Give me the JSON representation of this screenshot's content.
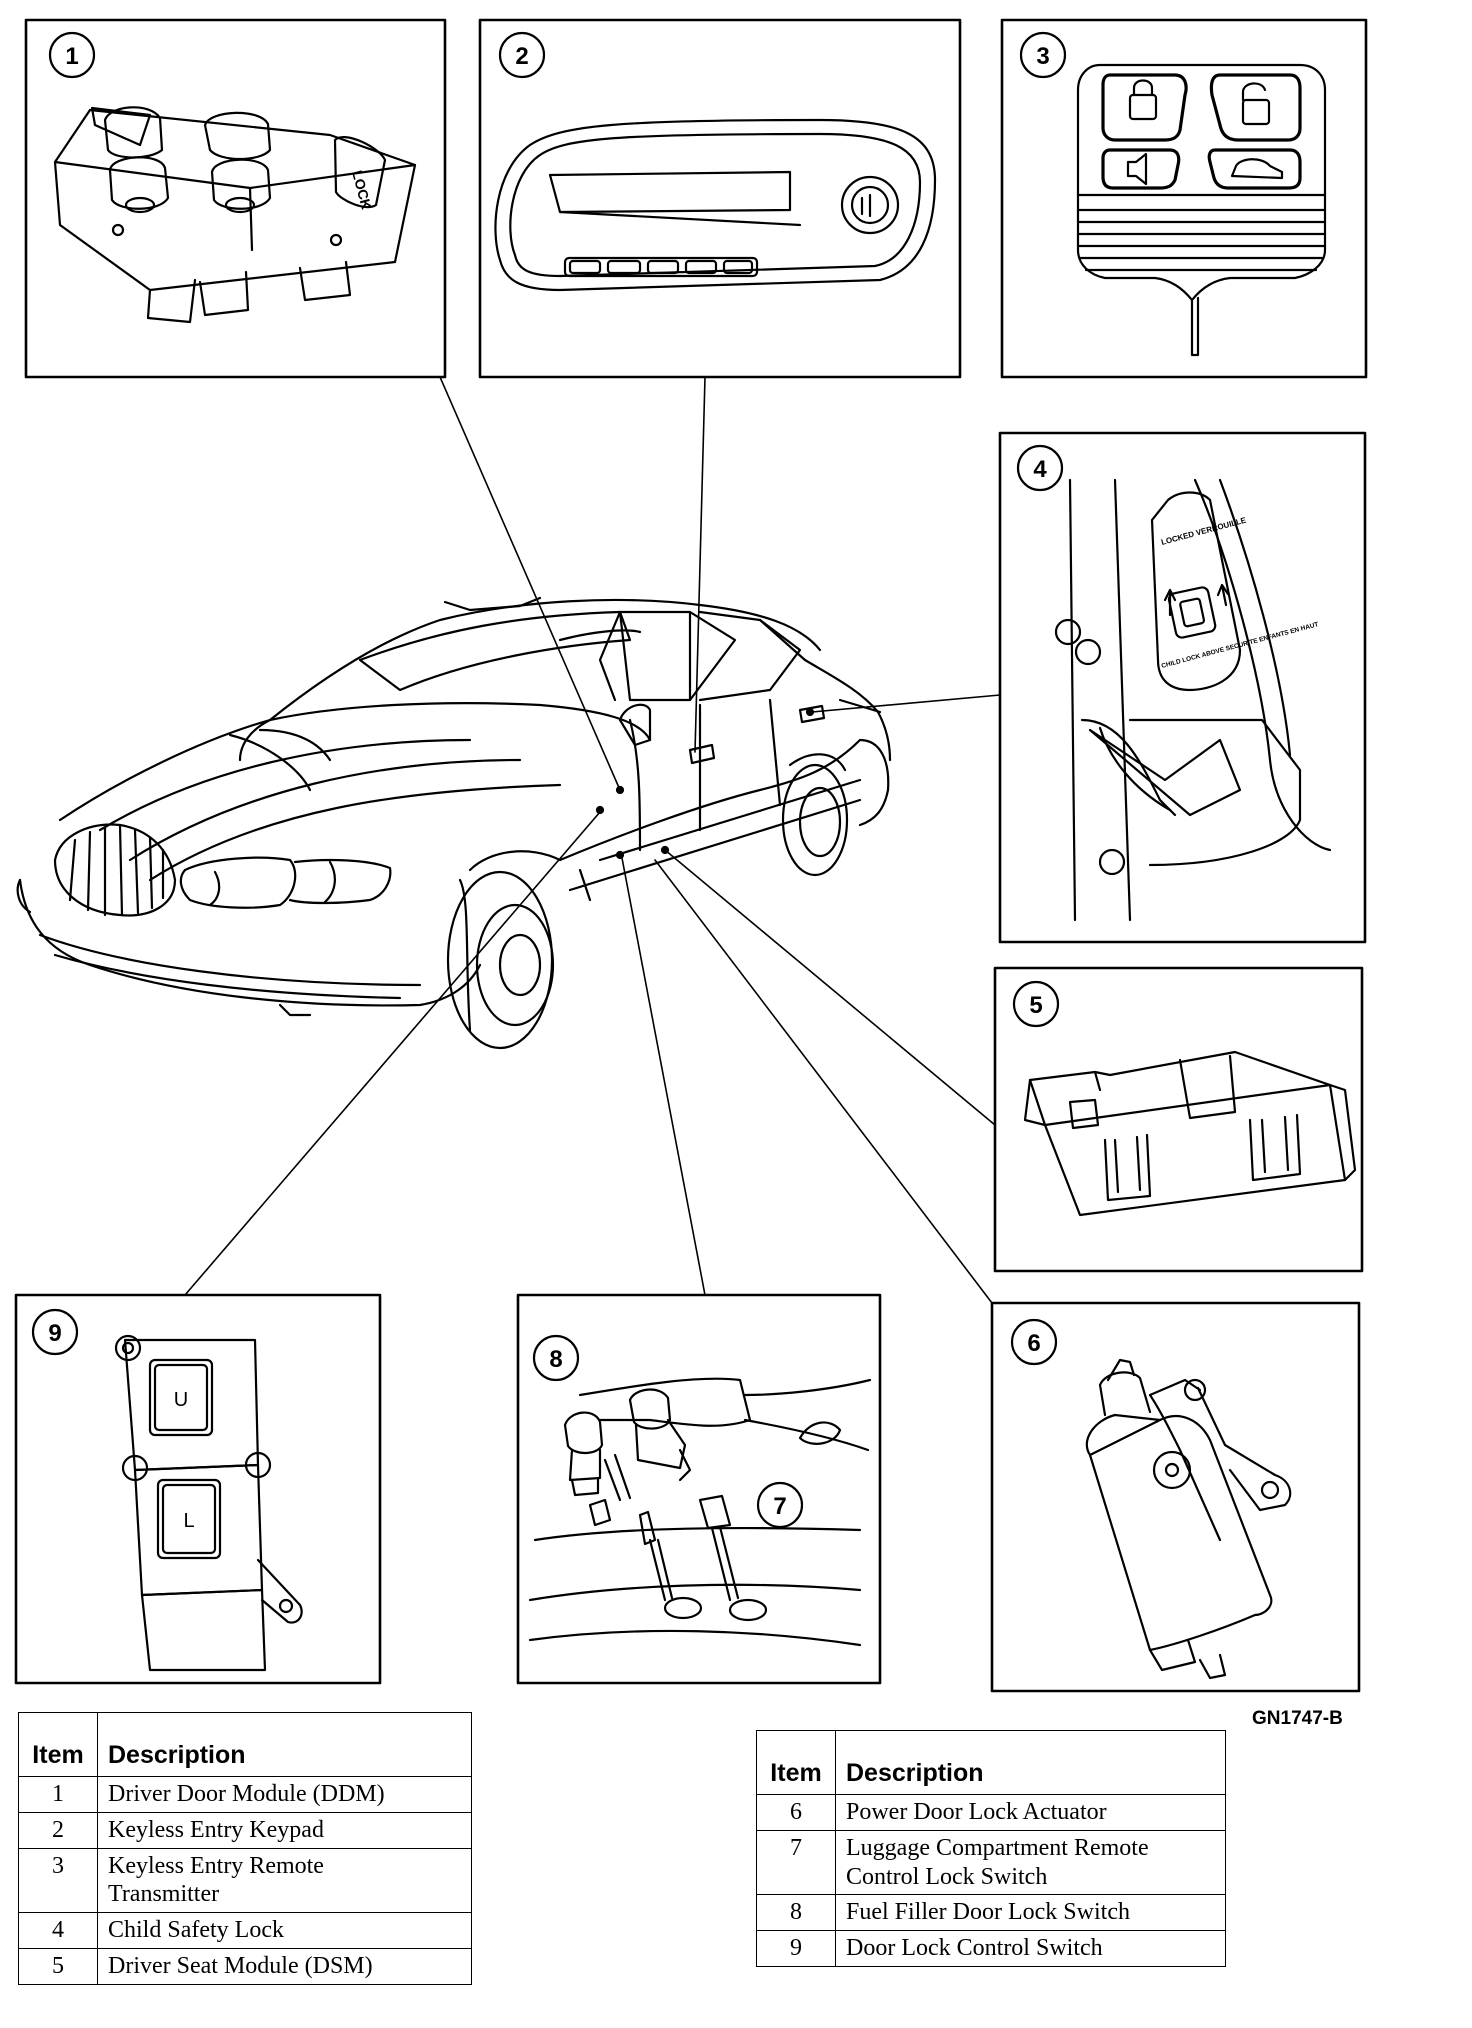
{
  "callouts": [
    "1",
    "2",
    "3",
    "4",
    "5",
    "6",
    "7",
    "8",
    "9"
  ],
  "panels": {
    "ddm_switch_text": "LOCK",
    "rear_switch_up": "U",
    "rear_switch_low": "L",
    "child_lock_label": "LOCKED VERROUILLE",
    "child_lock_note": "CHILD LOCK ABOVE SECURITE ENFANTS EN HAUT"
  },
  "figure_code": "GN1747-B",
  "table_left": {
    "header_item": "Item",
    "header_desc": "Description",
    "rows": [
      {
        "item": "1",
        "desc": "Driver Door Module (DDM)"
      },
      {
        "item": "2",
        "desc": "Keyless Entry Keypad"
      },
      {
        "item": "3",
        "desc": "Keyless Entry Remote Transmitter"
      },
      {
        "item": "4",
        "desc": "Child Safety Lock"
      },
      {
        "item": "5",
        "desc": "Driver Seat Module (DSM)"
      }
    ]
  },
  "table_right": {
    "header_item": "Item",
    "header_desc": "Description",
    "rows": [
      {
        "item": "6",
        "desc": "Power Door Lock Actuator"
      },
      {
        "item": "7",
        "desc": "Luggage Compartment Remote Control Lock Switch"
      },
      {
        "item": "8",
        "desc": "Fuel Filler Door Lock Switch"
      },
      {
        "item": "9",
        "desc": "Door Lock Control Switch"
      }
    ]
  }
}
